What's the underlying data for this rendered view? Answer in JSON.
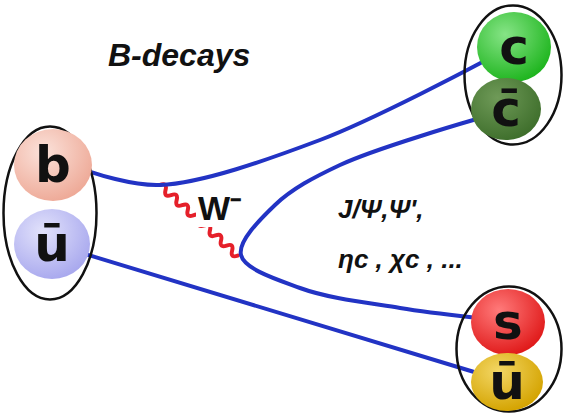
{
  "diagram": {
    "title": "B-decays",
    "nodes": [
      {
        "text": []
      },
      {
        "text": [
          "b"
        ],
        "in": 0
      },
      {
        "text": [
          "ū"
        ],
        "in": 0
      },
      {
        "text": []
      },
      {
        "text": [
          "c"
        ],
        "in": 3
      },
      {
        "text": [
          "c̄"
        ],
        "in": 3
      },
      {
        "text": []
      },
      {
        "text": [
          "s"
        ],
        "in": 6
      },
      {
        "text": [
          "ū"
        ],
        "in": 6
      }
    ],
    "edges": [
      {
        "from": 1,
        "to": 4,
        "arrow": "none"
      },
      {
        "from": 5,
        "to": 7,
        "arrow": "none"
      },
      {
        "from": 2,
        "to": 8,
        "arrow": "none"
      }
    ],
    "labels": [
      "W⁻",
      "J/Ψ,Ψ',",
      "ηc , χc , ..."
    ]
  }
}
